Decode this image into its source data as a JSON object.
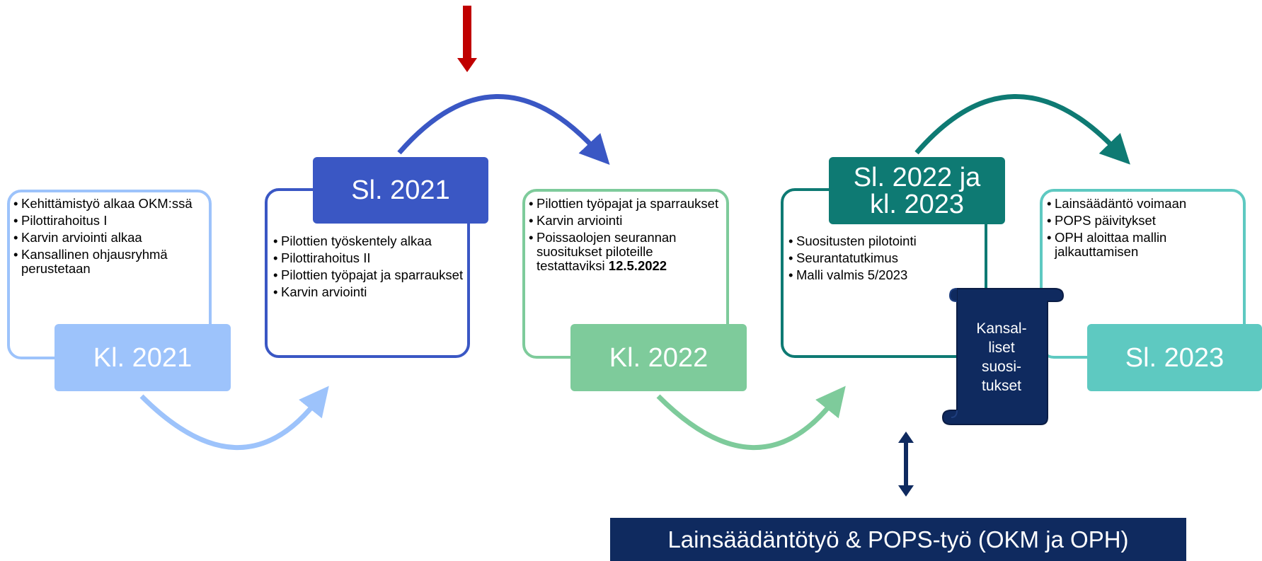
{
  "colors": {
    "kl2021": "#9dc3fb",
    "sl2021": "#3a57c4",
    "kl2022": "#7ecb9b",
    "sl2022": "#0e7a73",
    "sl2023": "#5ec9c1",
    "scroll": "#0f2a5f",
    "red_arrow": "#c00000"
  },
  "stages": [
    {
      "label": "Kl. 2021",
      "items": [
        "Kehittämistyö alkaa OKM:ssä",
        "Pilottirahoitus I",
        "Karvin arviointi alkaa",
        "Kansallinen ohjausryhmä perustetaan"
      ]
    },
    {
      "label": "Sl. 2021",
      "items": [
        "Pilottien työskentely alkaa",
        "Pilottirahoitus II",
        "Pilottien työpajat ja sparraukset",
        "Karvin arviointi"
      ]
    },
    {
      "label": "Kl. 2022",
      "items": [
        "Pilottien työpajat ja sparraukset",
        "Karvin arviointi",
        "Poissaolojen seurannan suositukset piloteille testattaviksi",
        "12.5.2022"
      ]
    },
    {
      "label": "Sl. 2022 ja kl. 2023",
      "items": [
        "Suositusten pilotointi",
        "Seurantatutkimus",
        "Malli valmis 5/2023"
      ]
    },
    {
      "label": "Sl. 2023",
      "items": [
        "Lainsäädäntö voimaan",
        "POPS päivitykset",
        "OPH aloittaa mallin jalkauttamisen"
      ]
    }
  ],
  "scroll_text": "Kansal-\nliset\nsuosi-\ntukset",
  "banner": "Lainsäädäntötyö & POPS-työ (OKM ja OPH)"
}
